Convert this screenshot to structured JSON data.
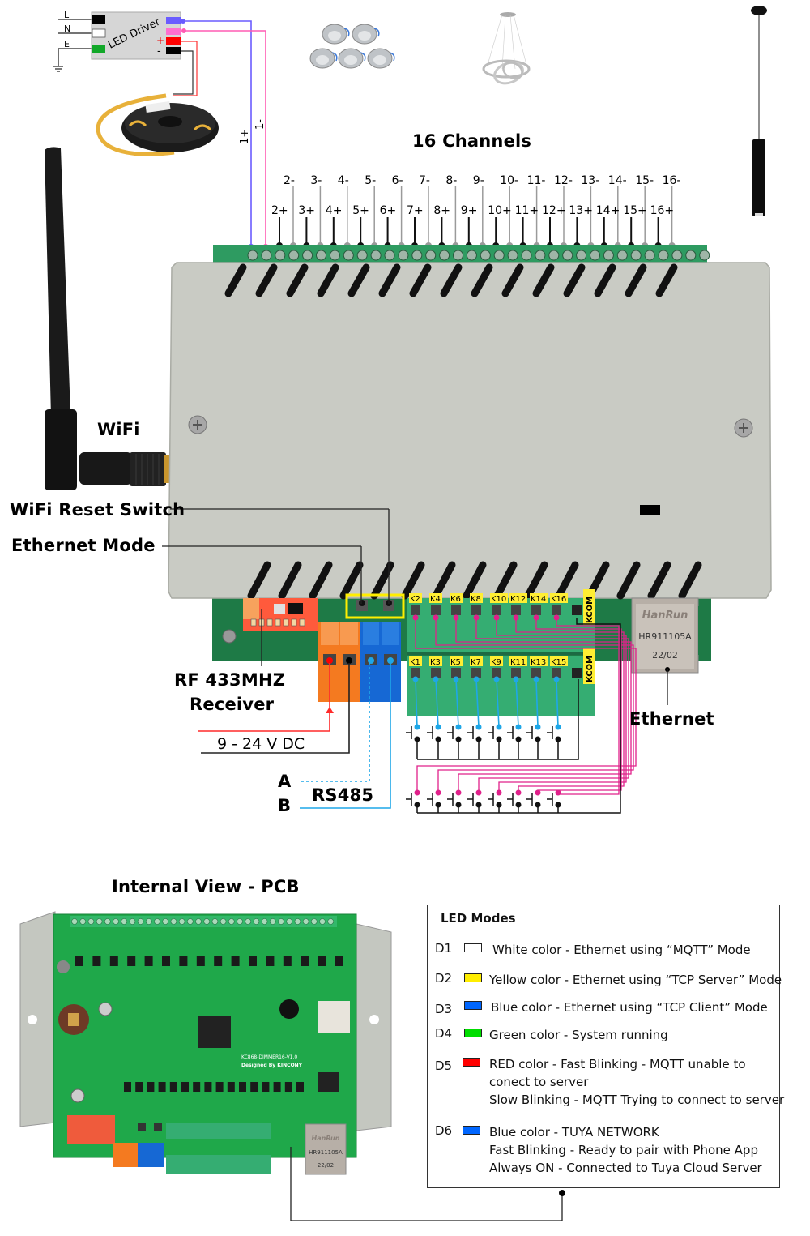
{
  "led_driver": {
    "label": "LED Driver",
    "inputs": [
      "L",
      "N",
      "E"
    ],
    "outputs": [
      "+",
      "-"
    ],
    "channel_wires": [
      "1+",
      "1-"
    ]
  },
  "title": "16 Channels",
  "channels": {
    "minus": [
      "2-",
      "3-",
      "4-",
      "5-",
      "6-",
      "7-",
      "8-",
      "9-",
      "10-",
      "11-",
      "12-",
      "13-",
      "14-",
      "15-",
      "16-"
    ],
    "plus": [
      "2+",
      "3+",
      "4+",
      "5+",
      "6+",
      "7+",
      "8+",
      "9+",
      "10+",
      "11+",
      "12+",
      "13+",
      "14+",
      "15+",
      "16+"
    ]
  },
  "labels": {
    "wifi": "WiFi",
    "wifi_reset": "WiFi Reset Switch",
    "ethernet_mode": "Ethernet Mode",
    "rf_receiver_line1": "RF 433MHZ",
    "rf_receiver_line2": "Receiver",
    "power": "9 - 24 V DC",
    "rs485": "RS485",
    "rs485_a": "A",
    "rs485_b": "B",
    "ethernet": "Ethernet"
  },
  "inputs": {
    "top_row": [
      "K2",
      "K4",
      "K6",
      "K8",
      "K10",
      "K12",
      "K14",
      "K16"
    ],
    "bottom_row": [
      "K1",
      "K3",
      "K5",
      "K7",
      "K9",
      "K11",
      "K13",
      "K15"
    ],
    "common": "KCOM"
  },
  "rj45": {
    "brand": "HanRun",
    "model": "HR911105A",
    "date": "22/02"
  },
  "pcb": {
    "title": "Internal View - PCB",
    "board_name": "KC868-DIMMER16-V1.0",
    "designer": "Designed By KINCONY",
    "rj45_brand": "HanRun",
    "rj45_model": "HR911105A",
    "rj45_date": "22/02"
  },
  "led_modes": {
    "title": "LED Modes",
    "items": [
      {
        "id": "D1",
        "color": "#ffffff",
        "lines": [
          "White color - Ethernet using “MQTT” Mode"
        ]
      },
      {
        "id": "D2",
        "color": "#ffee00",
        "lines": [
          "Yellow color - Ethernet  using “TCP Server” Mode"
        ]
      },
      {
        "id": "D3",
        "color": "#0066ff",
        "lines": [
          "Blue color  - Ethernet  using “TCP Client” Mode"
        ]
      },
      {
        "id": "D4",
        "color": "#00dd00",
        "lines": [
          "Green color  - System running"
        ]
      },
      {
        "id": "D5",
        "color": "#ff0000",
        "lines": [
          "RED color  - Fast Blinking - MQTT unable to",
          "conect to server",
          "Slow Blinking - MQTT Trying to connect to server"
        ]
      },
      {
        "id": "D6",
        "color": "#0066ff",
        "lines": [
          "Blue color -  TUYA NETWORK",
          "Fast Blinking - Ready to pair with Phone App",
          "Always ON - Connected to Tuya Cloud Server"
        ]
      }
    ]
  },
  "colors": {
    "enclosure": "#c9cbc4",
    "terminal_green": "#2fa36b",
    "wire_purple": "#6a5cff",
    "wire_pink": "#ff5cb4",
    "wire_magenta": "#e0218a",
    "wire_cyan": "#1ea7e8",
    "label_yellow": "#ffee33",
    "orange_terminal": "#f47a20",
    "blue_terminal": "#1668d4"
  }
}
